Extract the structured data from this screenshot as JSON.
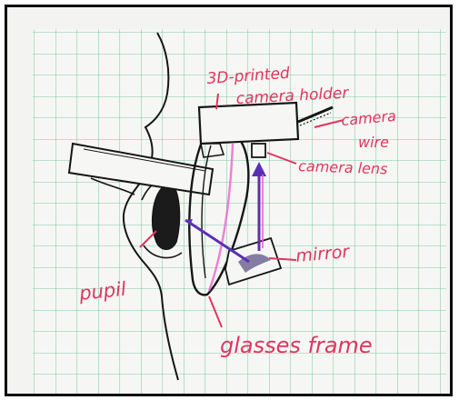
{
  "labels": {
    "holder_line1": "3D-printed",
    "holder_line2": "camera holder",
    "wire_line1": "camera",
    "wire_line2": "wire",
    "lens": "camera lens",
    "mirror": "mirror",
    "pupil": "pupil",
    "frame": "glasses frame"
  },
  "colors": {
    "paper": "#f3f4f2",
    "grid": "#7fc9a6",
    "ink": "#161616",
    "label_ink": "#e0355f",
    "arrow_purple": "#5a2fb5",
    "highlight_pink": "#ee5fd0"
  }
}
